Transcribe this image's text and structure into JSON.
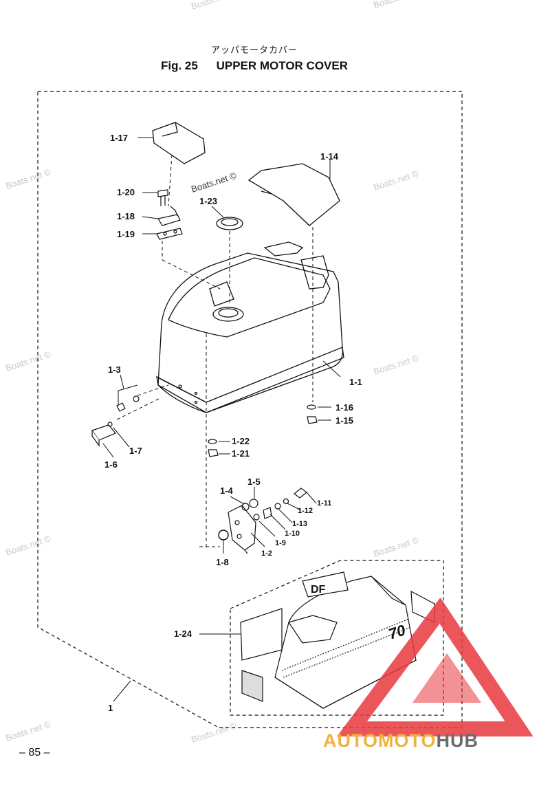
{
  "header": {
    "title_jp": "アッパモータカバー",
    "fig_no": "Fig. 25",
    "title": "UPPER MOTOR COVER"
  },
  "labels": {
    "p1_17": "1-17",
    "p1_14": "1-14",
    "p1_20": "1-20",
    "p1_23": "1-23",
    "p1_18": "1-18",
    "p1_19": "1-19",
    "p1_3": "1-3",
    "p1_1": "1-1",
    "p1_16": "1-16",
    "p1_15": "1-15",
    "p1_7": "1-7",
    "p1_6": "1-6",
    "p1_22": "1-22",
    "p1_21": "1-21",
    "p1_4": "1-4",
    "p1_5": "1-5",
    "p1_11": "1-11",
    "p1_12": "1-12",
    "p1_13": "1-13",
    "p1_10": "1-10",
    "p1_9": "1-9",
    "p1_2": "1-2",
    "p1_8": "1-8",
    "p1_24": "1-24",
    "p1": "1"
  },
  "decal": {
    "brand": "DF",
    "model": "70"
  },
  "watermark": "Boats.net ©",
  "footer": {
    "page": "– 85 –"
  },
  "logo": {
    "part_a": "AUTOMOTO",
    "part_b": "HUB"
  },
  "colors": {
    "line": "#111111",
    "watermark": "#c9c9c9",
    "logo_red": "#e8383d",
    "logo_yellow": "#f2b13b",
    "logo_grey": "#6b6b6b"
  }
}
